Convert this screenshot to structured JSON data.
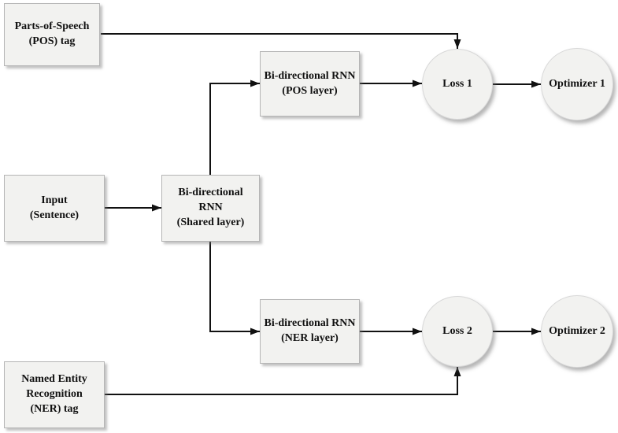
{
  "diagram": {
    "type": "flowchart",
    "nodes": {
      "pos_tag": {
        "label": "Parts-of-Speech\n(POS) tag",
        "shape": "rectangle"
      },
      "input": {
        "label": "Input\n(Sentence)",
        "shape": "rectangle"
      },
      "ner_tag": {
        "label": "Named Entity\nRecognition\n(NER) tag",
        "shape": "rectangle"
      },
      "shared_rnn": {
        "label": "Bi-directional RNN\n(Shared layer)",
        "shape": "rectangle"
      },
      "pos_rnn": {
        "label": "Bi-directional RNN\n(POS layer)",
        "shape": "rectangle"
      },
      "ner_rnn": {
        "label": "Bi-directional RNN\n(NER layer)",
        "shape": "rectangle"
      },
      "loss_1": {
        "label": "Loss 1",
        "shape": "circle"
      },
      "optimizer_1": {
        "label": "Optimizer 1",
        "shape": "circle"
      },
      "loss_2": {
        "label": "Loss 2",
        "shape": "circle"
      },
      "optimizer_2": {
        "label": "Optimizer 2",
        "shape": "circle"
      }
    },
    "edges": [
      {
        "from": "pos_tag",
        "to": "loss_1"
      },
      {
        "from": "input",
        "to": "shared_rnn"
      },
      {
        "from": "shared_rnn",
        "to": "pos_rnn"
      },
      {
        "from": "shared_rnn",
        "to": "ner_rnn"
      },
      {
        "from": "pos_rnn",
        "to": "loss_1"
      },
      {
        "from": "ner_rnn",
        "to": "loss_2"
      },
      {
        "from": "loss_1",
        "to": "optimizer_1"
      },
      {
        "from": "loss_2",
        "to": "optimizer_2"
      },
      {
        "from": "ner_tag",
        "to": "loss_2"
      }
    ],
    "colors": {
      "background": "#ffffff",
      "node_fill": "#f2f2f0",
      "node_border": "#b5b5b5",
      "connector": "#111111",
      "text": "#111111"
    }
  }
}
